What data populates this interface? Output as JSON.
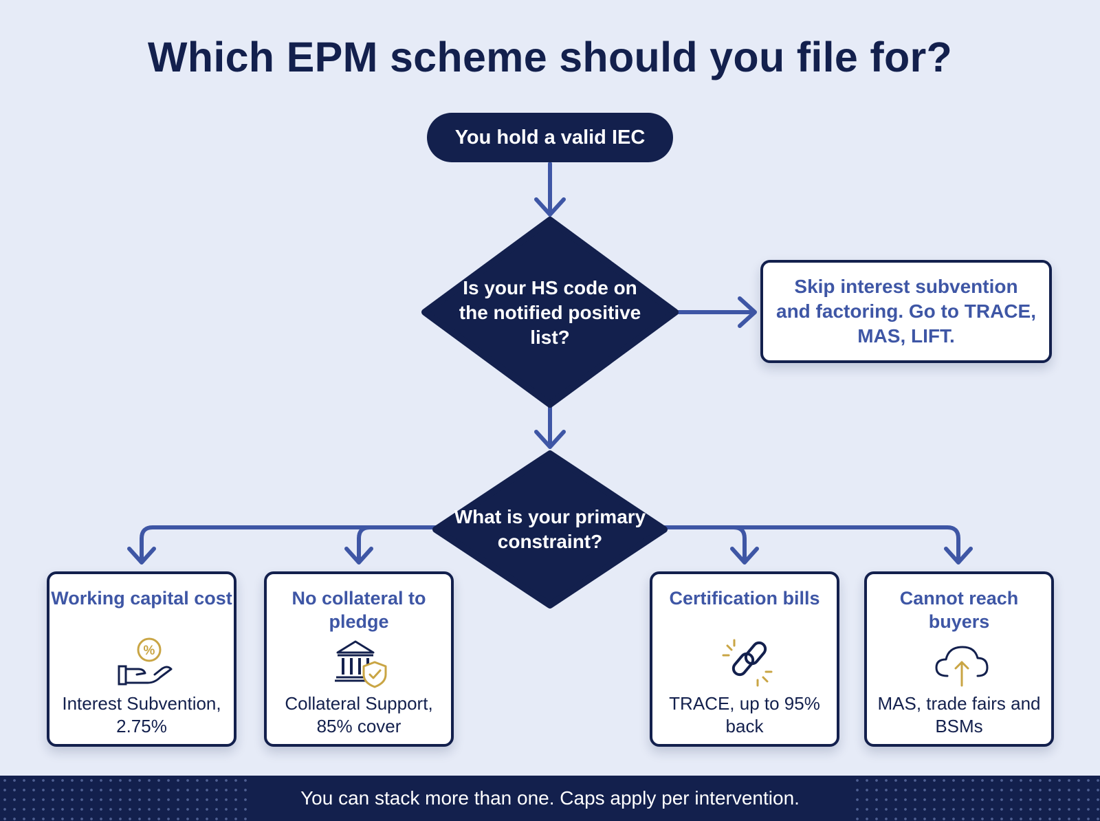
{
  "title": "Which EPM scheme should you file for?",
  "start": {
    "label": "You hold a valid IEC"
  },
  "decision1": {
    "question": "Is your HS code on the notified positive list?"
  },
  "skip_box": {
    "text": "Skip interest subvention and factoring. Go to TRACE, MAS, LIFT."
  },
  "decision2": {
    "question": "What is your primary constraint?"
  },
  "outcomes": [
    {
      "title": "Working capital cost",
      "result": "Interest Subvention, 2.75%",
      "icon": "percent-hand-icon"
    },
    {
      "title": "No collateral to pledge",
      "result": "Collateral Support, 85% cover",
      "icon": "bank-shield-icon"
    },
    {
      "title": "Certification bills",
      "result": "TRACE, up to 95% back",
      "icon": "chain-link-icon"
    },
    {
      "title": "Cannot reach buyers",
      "result": "MAS, trade fairs and BSMs",
      "icon": "cloud-upload-icon"
    }
  ],
  "footer": {
    "text": "You can stack more than one. Caps apply per intervention."
  },
  "colors": {
    "navy": "#13204d",
    "connector_blue": "#3e56a5",
    "background": "#e6ebf7",
    "icon_gold": "#c9a544"
  }
}
